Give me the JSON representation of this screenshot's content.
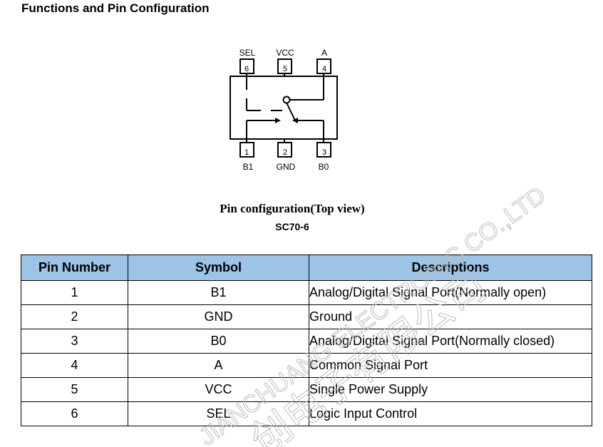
{
  "section_title": "Functions and Pin Configuration",
  "diagram": {
    "top_pins": [
      {
        "label": "SEL",
        "number": "6"
      },
      {
        "label": "VCC",
        "number": "5"
      },
      {
        "label": "A",
        "number": "4"
      }
    ],
    "bottom_pins": [
      {
        "label": "B1",
        "number": "1"
      },
      {
        "label": "GND",
        "number": "2"
      },
      {
        "label": "B0",
        "number": "3"
      }
    ]
  },
  "caption": {
    "line1": "Pin configuration(Top view)",
    "line2": "SC70-6"
  },
  "table": {
    "headers": [
      "Pin Number",
      "Symbol",
      "Descriptions"
    ],
    "rows": [
      [
        "1",
        "B1",
        "Analog/Digital Signal Port(Normally open)"
      ],
      [
        "2",
        "GND",
        "Ground"
      ],
      [
        "3",
        "B0",
        "Analog/Digital Signal Port(Normally closed)"
      ],
      [
        "4",
        "A",
        "Common Signal Port"
      ],
      [
        "5",
        "VCC",
        "Single Power Supply"
      ],
      [
        "6",
        "SEL",
        "Logic Input Control"
      ]
    ]
  },
  "watermark": {
    "text": "JIANCHUANG ELECTRONIC CO.,LTD",
    "cn": "创电子有限公司"
  },
  "colors": {
    "header_bg": "#9dc3e6",
    "watermark": "#bcbcbc"
  }
}
